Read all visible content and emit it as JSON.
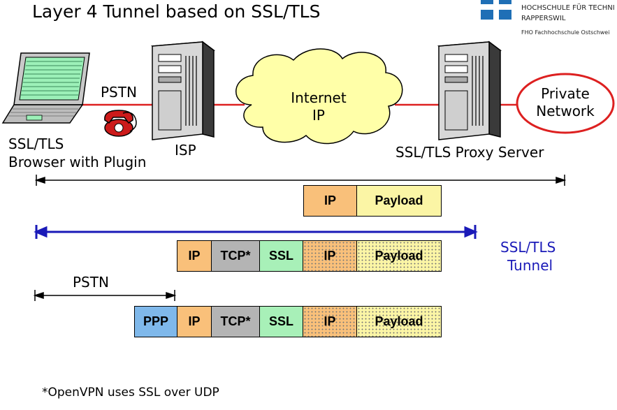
{
  "title": "Layer 4 Tunnel based on SSL/TLS",
  "logo": {
    "line1": "HOCHSCHULE FÜR TECHNI",
    "line2": "RAPPERSWIL",
    "line3": "FHO Fachhochschule Ostschwei"
  },
  "labels": {
    "pstn_top": "PSTN",
    "client_line1": "SSL/TLS",
    "client_line2": "Browser with Plugin",
    "isp": "ISP",
    "internet_line1": "Internet",
    "internet_line2": "IP",
    "proxy": "SSL/TLS Proxy Server",
    "private_line1": "Private",
    "private_line2": "Network",
    "tunnel_line1": "SSL/TLS",
    "tunnel_line2": "Tunnel",
    "pstn_span": "PSTN"
  },
  "packets": {
    "row1": [
      "IP",
      "Payload"
    ],
    "row2": [
      "IP",
      "TCP*",
      "SSL",
      "IP",
      "Payload"
    ],
    "row3": [
      "PPP",
      "IP",
      "TCP*",
      "SSL",
      "IP",
      "Payload"
    ]
  },
  "colors": {
    "ip": "#f9c07a",
    "payload": "#fbf5a5",
    "tcp": "#b4b4b4",
    "ssl": "#a8f0b8",
    "ppp": "#7fb8ea",
    "tunnel": "#1a1ab8",
    "link": "#dd2020"
  },
  "footnote": "*OpenVPN uses SSL over UDP"
}
